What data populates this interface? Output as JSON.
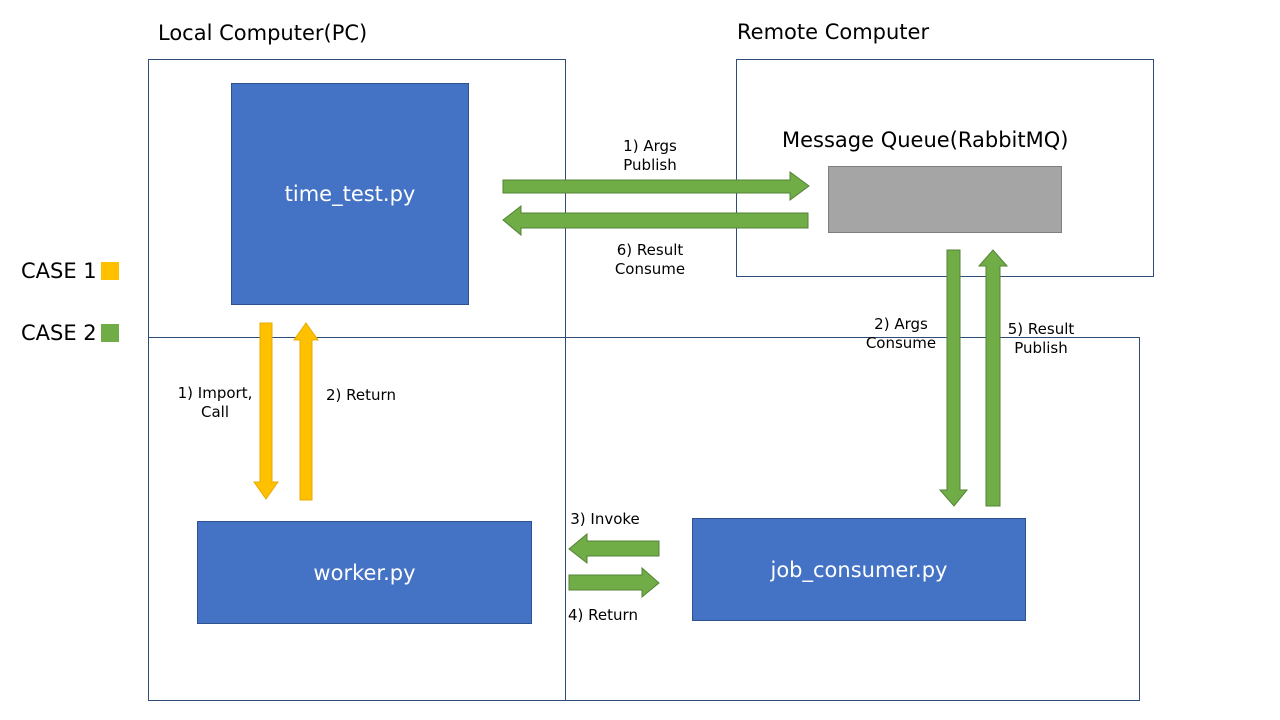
{
  "titles": {
    "local": "Local Computer(PC)",
    "remote": "Remote Computer"
  },
  "legend": [
    {
      "label": "CASE 1",
      "color": "#ffc000"
    },
    {
      "label": "CASE 2",
      "color": "#70ad47"
    }
  ],
  "boxes": {
    "time_test": "time_test.py",
    "worker": "worker.py",
    "job_consumer": "job_consumer.py",
    "queue_title": "Message  Queue(RabbitMQ)"
  },
  "labels": {
    "args_publish": [
      "1)  Args",
      "Publish"
    ],
    "result_consume": [
      "6) Result",
      "Consume"
    ],
    "args_consume": [
      "2) Args",
      "Consume"
    ],
    "result_publish": [
      "5) Result",
      "Publish"
    ],
    "import_call": [
      "1) Import,",
      "Call"
    ],
    "return2": "2) Return",
    "invoke": "3) Invoke",
    "return4": "4) Return"
  },
  "colors": {
    "box_fill": "#4472c4",
    "queue_fill": "#a5a5a5",
    "case1": "#ffc000",
    "case2": "#70ad47",
    "frame_border": "#2f4d74"
  }
}
